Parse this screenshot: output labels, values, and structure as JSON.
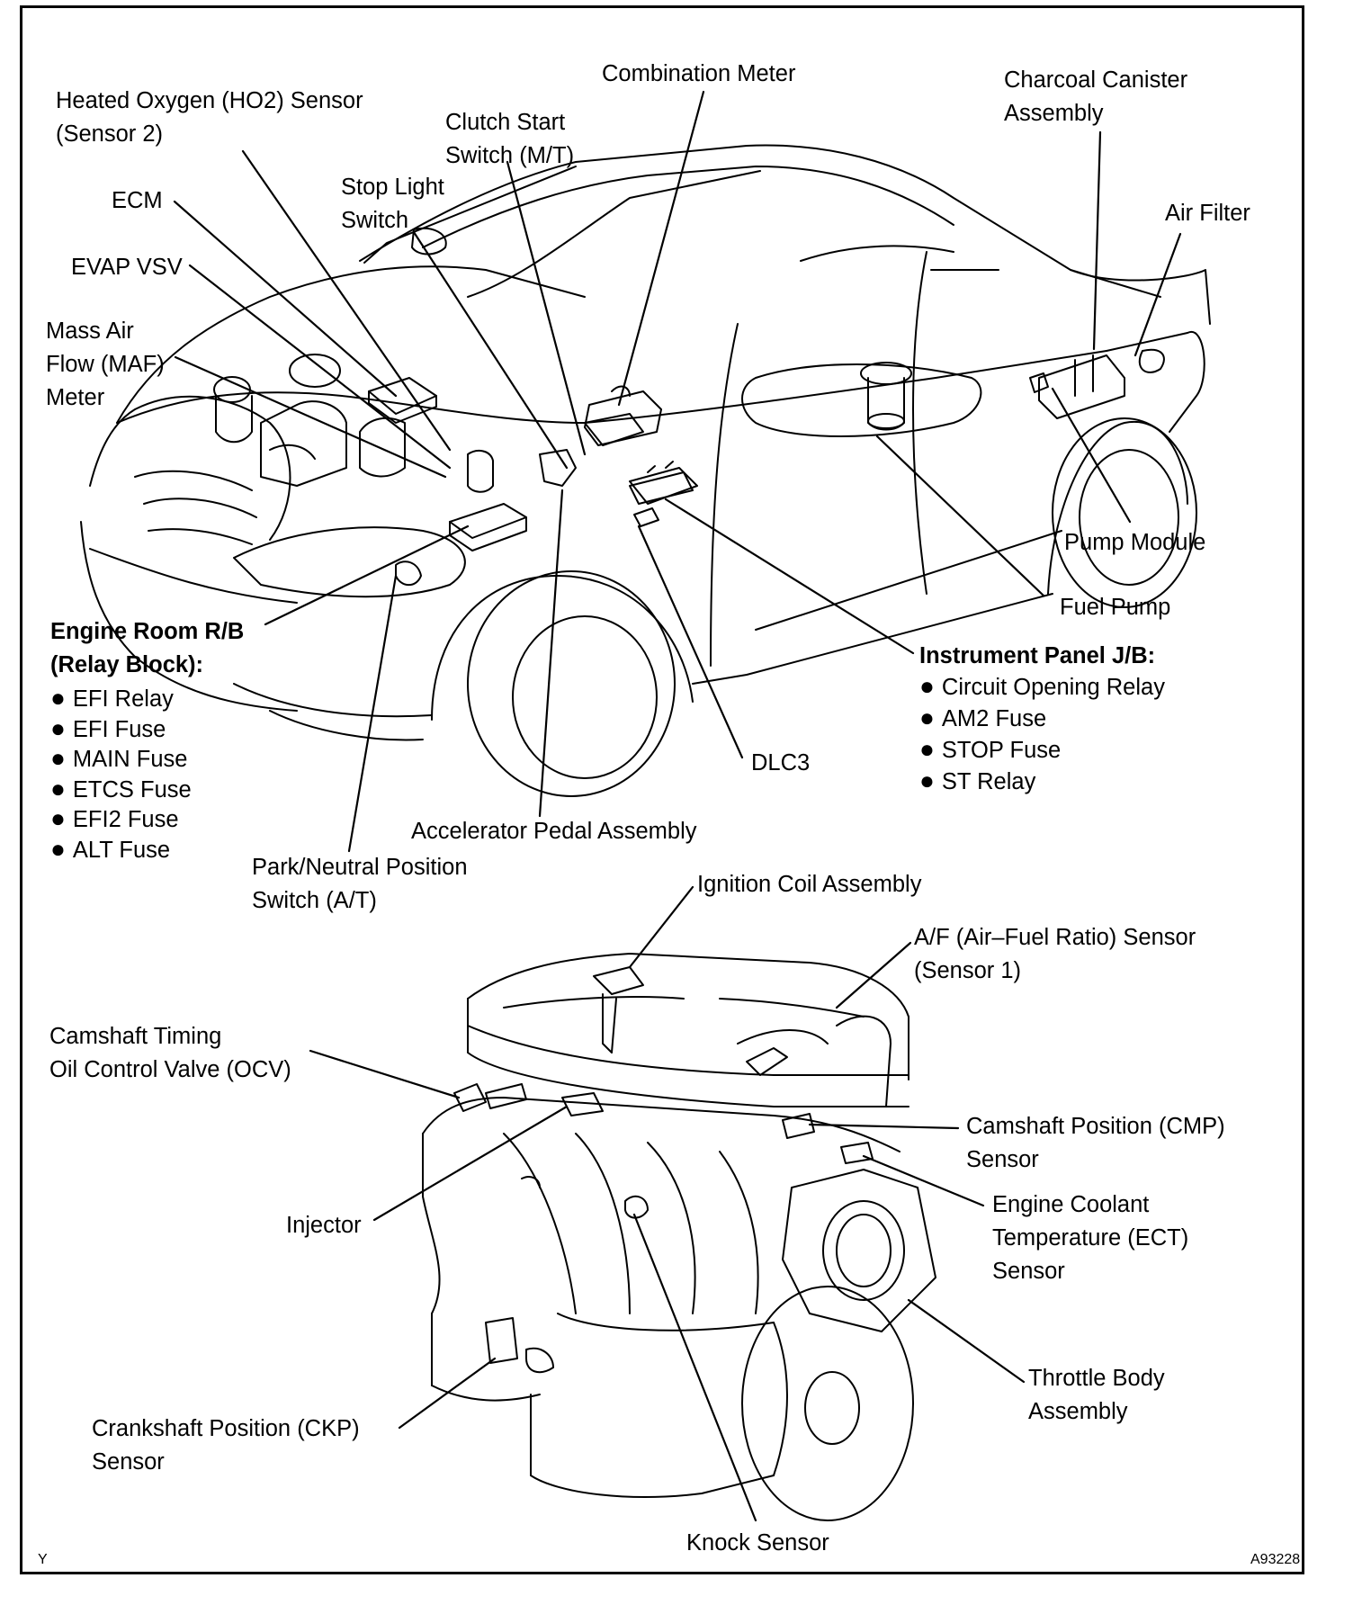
{
  "labels": {
    "combination_meter": "Combination Meter",
    "charcoal_canister": [
      "Charcoal Canister",
      "Assembly"
    ],
    "heated_oxygen_sensor": [
      "Heated Oxygen (HO2) Sensor",
      "(Sensor 2)"
    ],
    "clutch_start_switch": [
      "Clutch Start",
      "Switch (M/T)"
    ],
    "stop_light_switch": [
      "Stop Light",
      "Switch"
    ],
    "ecm": "ECM",
    "evap_vsv": "EVAP VSV",
    "maf_meter": [
      "Mass Air",
      "Flow (MAF)",
      "Meter"
    ],
    "air_filter": "Air Filter",
    "pump_module": "Pump Module",
    "fuel_pump": "Fuel Pump",
    "dlc3": "DLC3",
    "accelerator_pedal": "Accelerator Pedal Assembly",
    "park_neutral_switch": [
      "Park/Neutral Position",
      "Switch (A/T)"
    ],
    "ignition_coil": "Ignition Coil Assembly",
    "af_sensor": [
      "A/F (Air–Fuel Ratio) Sensor",
      "(Sensor 1)"
    ],
    "ocv": [
      "Camshaft Timing",
      "Oil Control Valve (OCV)"
    ],
    "cmp_sensor": [
      "Camshaft Position (CMP)",
      "Sensor"
    ],
    "ect_sensor": [
      "Engine Coolant",
      "Temperature (ECT)",
      "Sensor"
    ],
    "injector": "Injector",
    "throttle_body": [
      "Throttle Body",
      "Assembly"
    ],
    "ckp_sensor": [
      "Crankshaft Position (CKP)",
      "Sensor"
    ],
    "knock_sensor": "Knock Sensor"
  },
  "engine_room_rb": {
    "title": [
      "Engine Room R/B",
      "(Relay Block):"
    ],
    "items": [
      "EFI Relay",
      "EFI Fuse",
      "MAIN Fuse",
      "ETCS Fuse",
      "EFI2 Fuse",
      "ALT Fuse"
    ]
  },
  "instrument_panel_jb": {
    "title": "Instrument Panel J/B:",
    "items": [
      "Circuit Opening Relay",
      "AM2 Fuse",
      "STOP Fuse",
      "ST Relay"
    ]
  },
  "corner_left": "Y",
  "corner_right": "A93228"
}
